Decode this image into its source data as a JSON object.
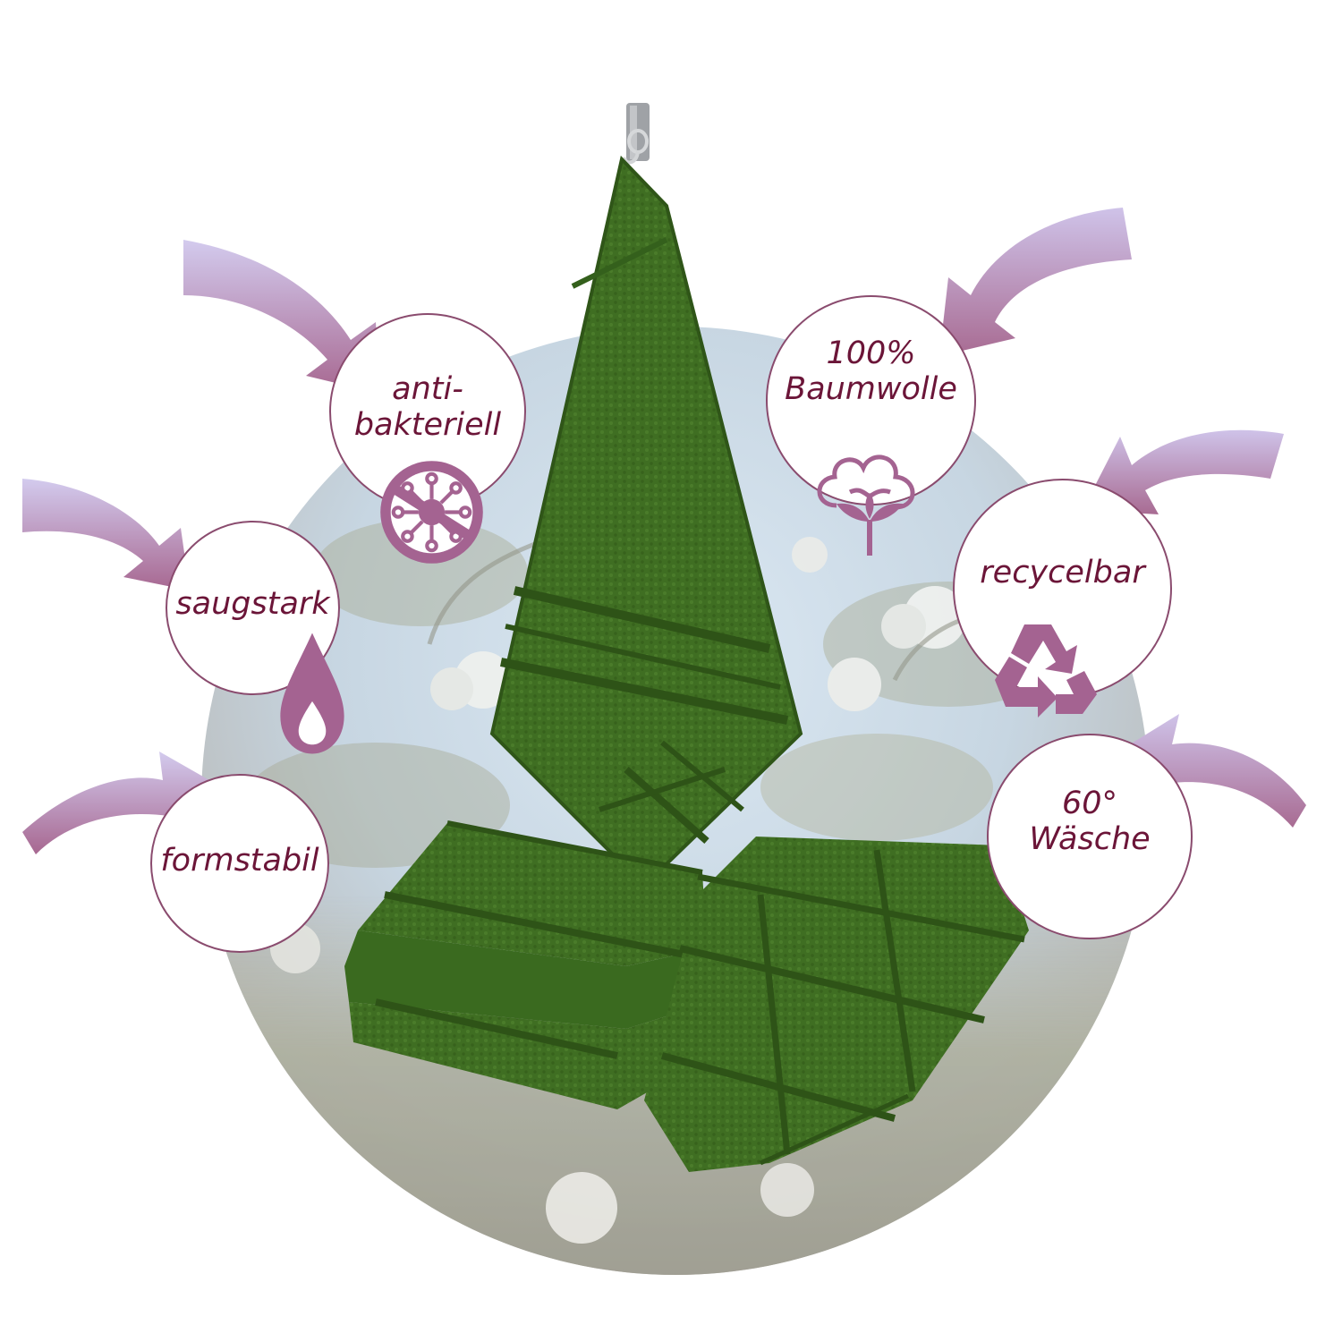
{
  "colors": {
    "label_text": "#6b1538",
    "badge_border": "#8a4b6e",
    "icon_fill": "#a46391",
    "arrow_light": "#cfc6ea",
    "arrow_dark": "#a86d93",
    "towel_green": "#3f6e22",
    "towel_dark": "#2e5317",
    "backdrop_sky": "#c8dbec"
  },
  "features": [
    {
      "id": "antibakteriell",
      "text": "anti-\nbakteriell",
      "icon": "no-bacteria-icon"
    },
    {
      "id": "saugstark",
      "text": "saugstark",
      "icon": "water-drop-icon"
    },
    {
      "id": "formstabil",
      "text": "formstabil",
      "icon": ""
    },
    {
      "id": "baumwolle",
      "text": "100%\nBaumwolle",
      "icon": "cotton-flower-icon"
    },
    {
      "id": "recycelbar",
      "text": "recycelbar",
      "icon": "recycle-icon"
    },
    {
      "id": "waesche",
      "text": "60°\nWäsche",
      "icon": ""
    }
  ]
}
